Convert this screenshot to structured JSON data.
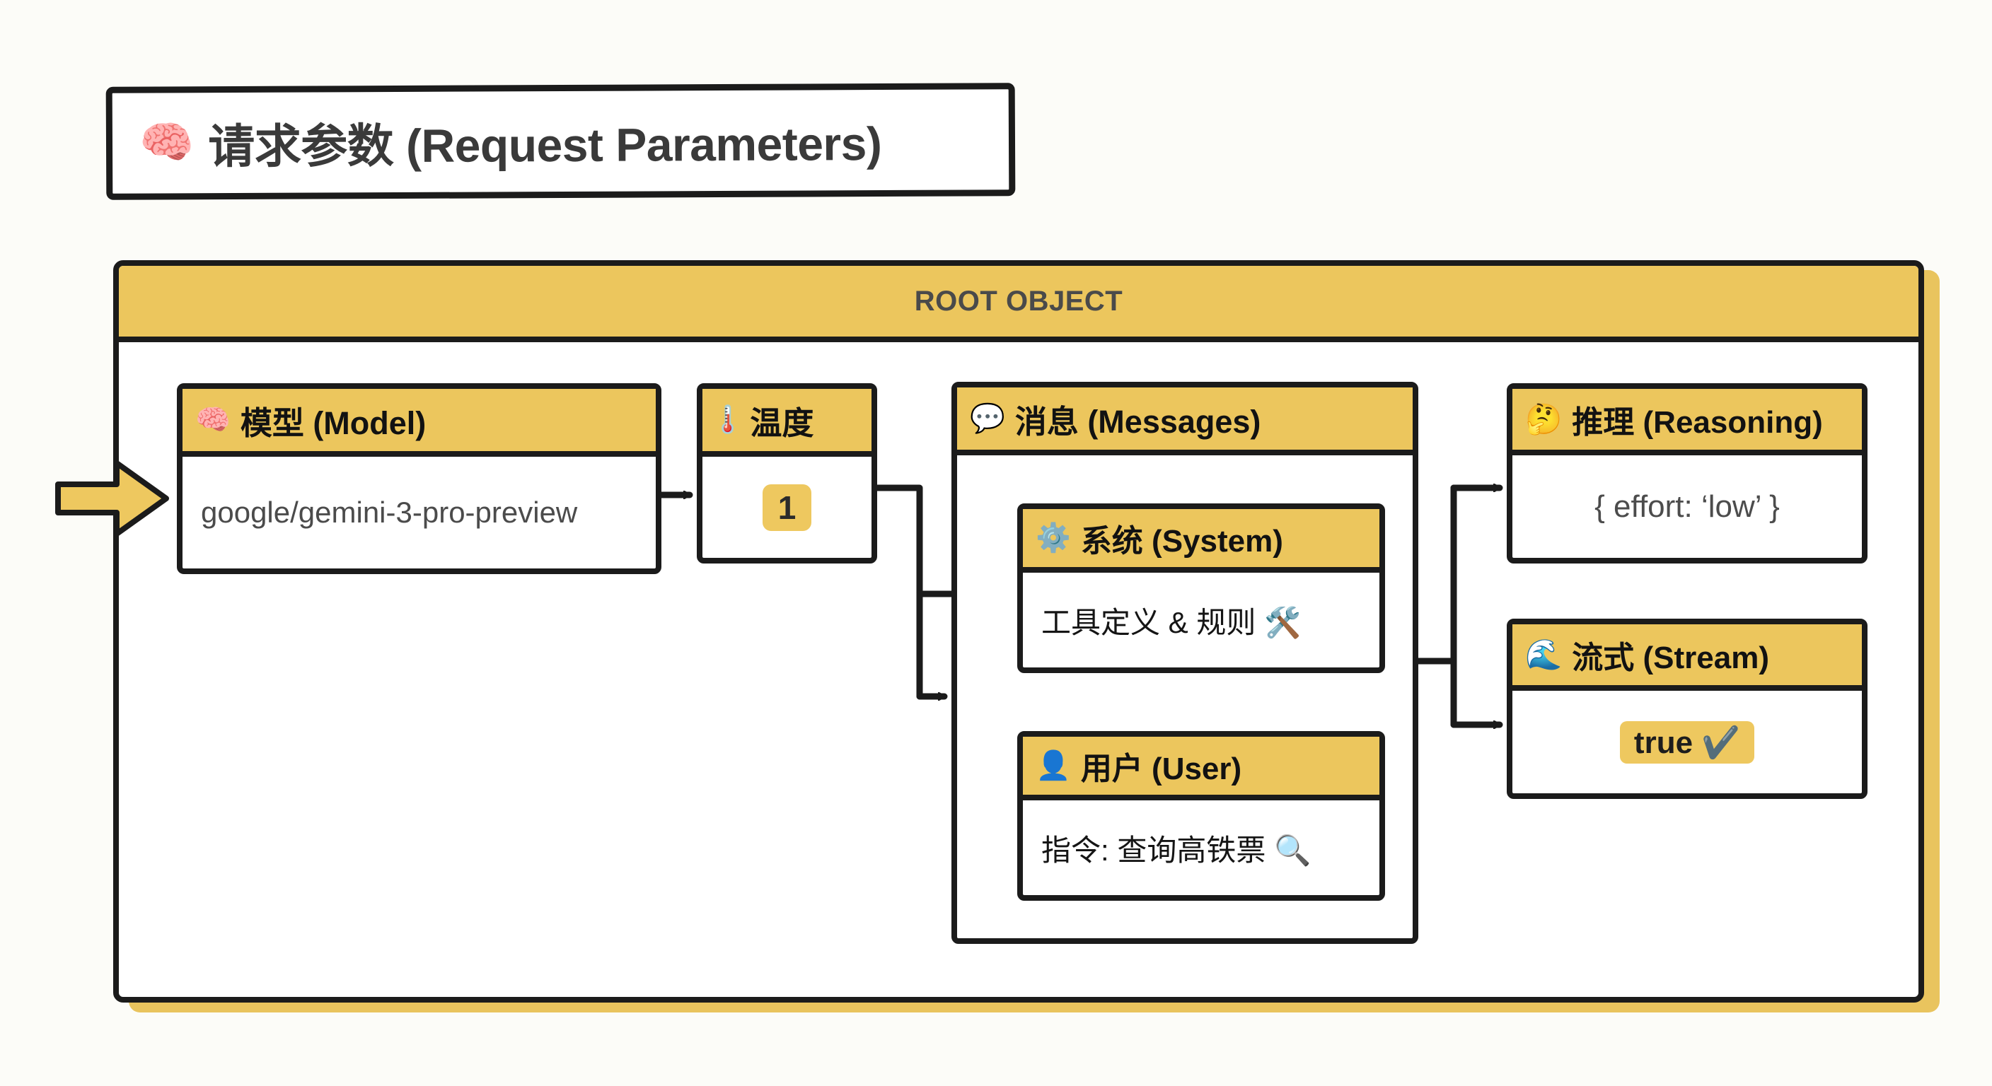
{
  "page": {
    "background": "#fcfcf8",
    "accent_yellow": "#ecc65d",
    "line_color": "#1b1b1b"
  },
  "title": {
    "icon": "brain-emoji",
    "emoji": "🧠",
    "text": "请求参数 (Request Parameters)"
  },
  "root": {
    "header_label": "ROOT OBJECT"
  },
  "nodes": {
    "model": {
      "icon": "brain-emoji",
      "emoji": "🧠",
      "header": "模型 (Model)",
      "value": "google/gemini-3-pro-preview"
    },
    "temperature": {
      "icon": "thermometer-emoji",
      "emoji": "🌡️",
      "header": "温度",
      "value": "1"
    },
    "messages": {
      "icon": "speech-bubble-emoji",
      "emoji": "💬",
      "header": "消息 (Messages)"
    },
    "system": {
      "icon": "gear-emoji",
      "emoji": "⚙️",
      "header": "系统 (System)",
      "value": "工具定义 & 规则 🛠️"
    },
    "user": {
      "icon": "person-emoji",
      "emoji": "👤",
      "header": "用户 (User)",
      "value": "指令: 查询高铁票 🔍"
    },
    "reasoning": {
      "icon": "thinking-face-emoji",
      "emoji": "🤔",
      "header": "推理 (Reasoning)",
      "value": "{  effort:  ‘low’  }"
    },
    "stream": {
      "icon": "wave-emoji",
      "emoji": "🌊",
      "header": "流式 (Stream)",
      "value": "true ✔️"
    }
  },
  "connectors": [
    {
      "name": "input-arrow",
      "from": "external",
      "to": "model",
      "style": "thick-yellow-arrow"
    },
    {
      "name": "model-to-temperature",
      "from": "model",
      "to": "temperature"
    },
    {
      "name": "temperature-to-system",
      "from": "temperature",
      "to": "system"
    },
    {
      "name": "temperature-to-messages",
      "from": "temperature",
      "to": "messages"
    },
    {
      "name": "system-to-user",
      "from": "system",
      "to": "user"
    },
    {
      "name": "messages-to-reasoning",
      "from": "messages",
      "to": "reasoning"
    },
    {
      "name": "messages-to-stream",
      "from": "messages",
      "to": "stream"
    }
  ]
}
